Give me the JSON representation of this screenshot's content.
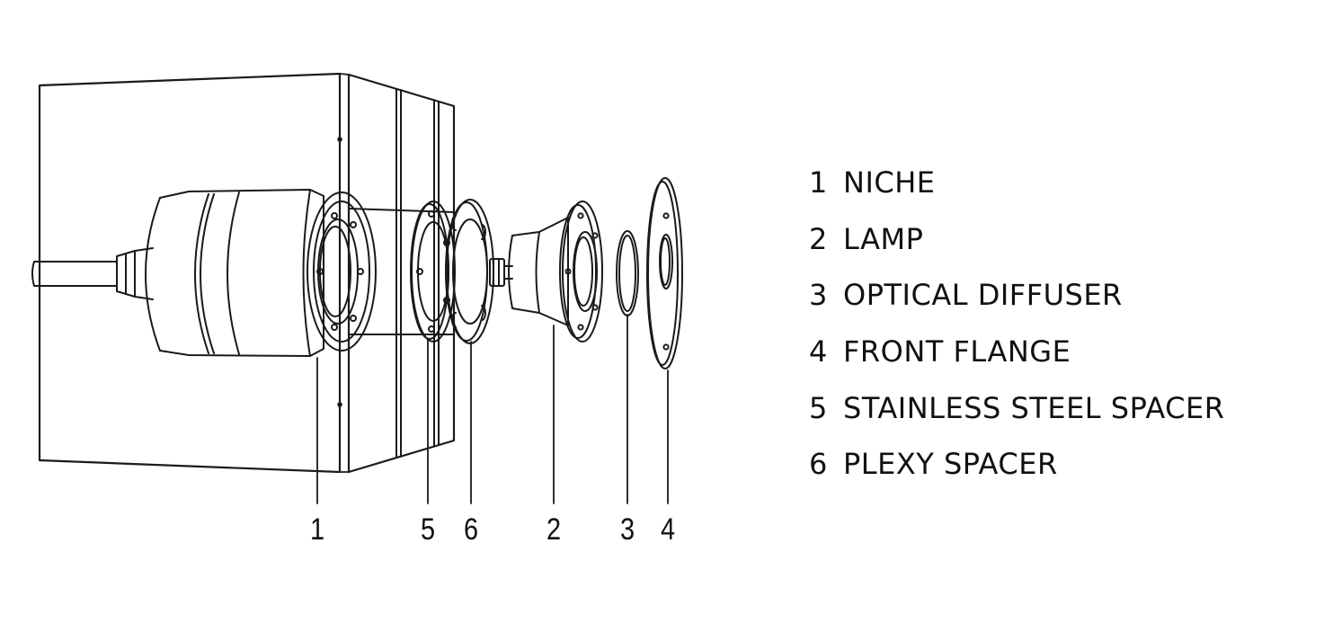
{
  "colors": {
    "line": "#1a1a1a",
    "background": "#ffffff"
  },
  "callouts": [
    {
      "number": "1"
    },
    {
      "number": "5"
    },
    {
      "number": "6"
    },
    {
      "number": "2"
    },
    {
      "number": "3"
    },
    {
      "number": "4"
    }
  ],
  "legend": [
    {
      "number": "1",
      "label": "NICHE"
    },
    {
      "number": "2",
      "label": "LAMP"
    },
    {
      "number": "3",
      "label": "OPTICAL DIFFUSER"
    },
    {
      "number": "4",
      "label": "FRONT FLANGE"
    },
    {
      "number": "5",
      "label": "STAINLESS STEEL SPACER"
    },
    {
      "number": "6",
      "label": "PLEXY SPACER"
    }
  ]
}
